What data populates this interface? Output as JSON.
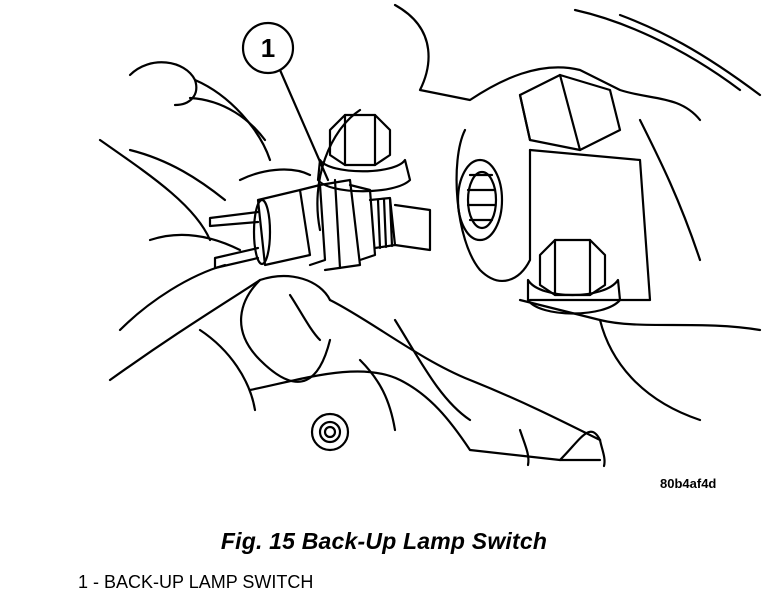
{
  "figure": {
    "callout_number": "1",
    "image_code": "80b4af4d",
    "caption": "Fig. 15 Back-Up Lamp Switch",
    "legend": [
      "1 - BACK-UP LAMP SWITCH"
    ]
  }
}
